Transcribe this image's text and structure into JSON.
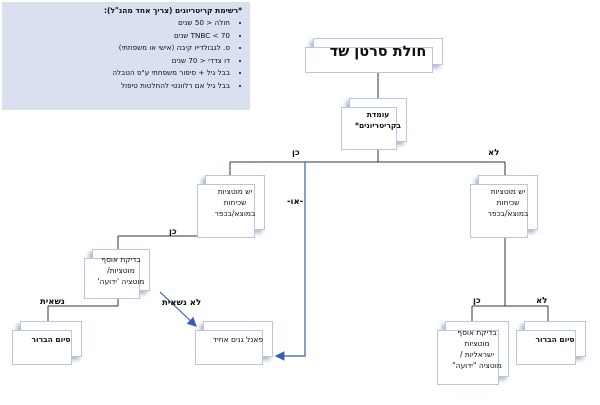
{
  "legend": {
    "title": "*רשימת קריטריונים (צריך אחד מהנ\"ל):",
    "items": [
      "חולה < 50 שנים",
      "TNBC < 70 שנים",
      "ס. לגבולדייו קיבה (אישי או משפחתי)",
      "דו צדדי < 70 שנים",
      "בבל גיל + סיפור משפחתי ע\"פ הטבלה",
      "בבל גיל אם רלוונטי להחלטות טיפול"
    ]
  },
  "nodes": {
    "title": "חולת סרטן שד",
    "criteria": "עומדת בקריטריונים*",
    "yes_common": "יש מוטציות שכיחות במוצא/בכפר",
    "no_common": "יש מוטציות שכיחות במוצא/בכפר",
    "founder_check": "בדיקת אוסף מוטציות/ מוטציה 'ידועה'",
    "end_left": "סיום הברור",
    "panel": "פאנל גנים אחיד",
    "israeli_check": "בדיקת אוסף מוטציות ישראליות / מוטציה \"ידועה\"",
    "end_right": "סיום הברור"
  },
  "labels": {
    "yes_top": "כן",
    "no_top": "לא",
    "or": "-או-",
    "yes_mid_left": "כן",
    "carrier": "נשאית",
    "non_carrier": "לא נשאית",
    "yes_mid_right": "כן",
    "no_mid_right": "לא"
  },
  "colors": {
    "legend_bg": "#d9e1f0",
    "box_border": "#b7c6e4",
    "line": "#333333",
    "arrow": "#3b5bb5"
  }
}
